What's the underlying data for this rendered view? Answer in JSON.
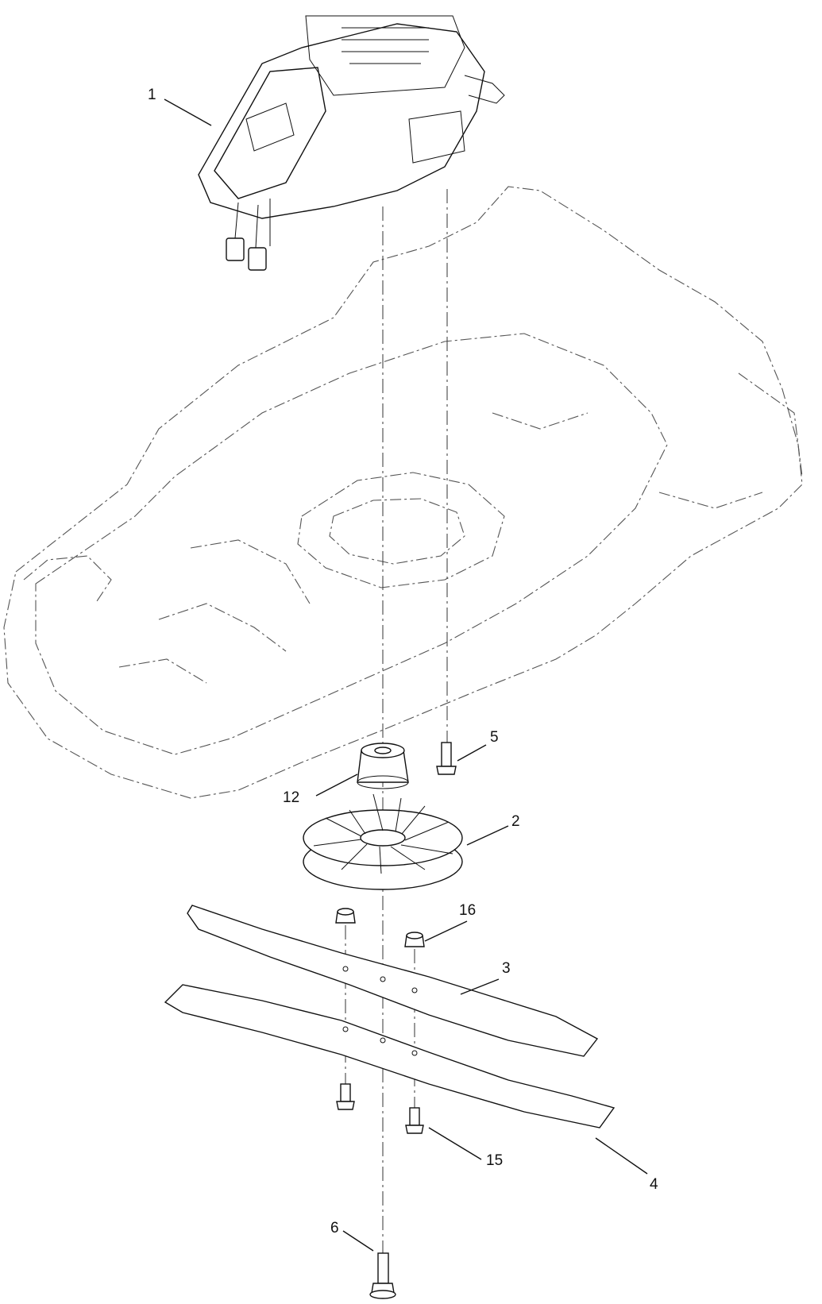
{
  "figure": {
    "background": "#ffffff",
    "line_color": "#111111",
    "callouts": [
      {
        "id": "1",
        "label": "1"
      },
      {
        "id": "2",
        "label": "2"
      },
      {
        "id": "3",
        "label": "3"
      },
      {
        "id": "4",
        "label": "4"
      },
      {
        "id": "5",
        "label": "5"
      },
      {
        "id": "6",
        "label": "6"
      },
      {
        "id": "12",
        "label": "12"
      },
      {
        "id": "15",
        "label": "15"
      },
      {
        "id": "16",
        "label": "16"
      }
    ]
  }
}
